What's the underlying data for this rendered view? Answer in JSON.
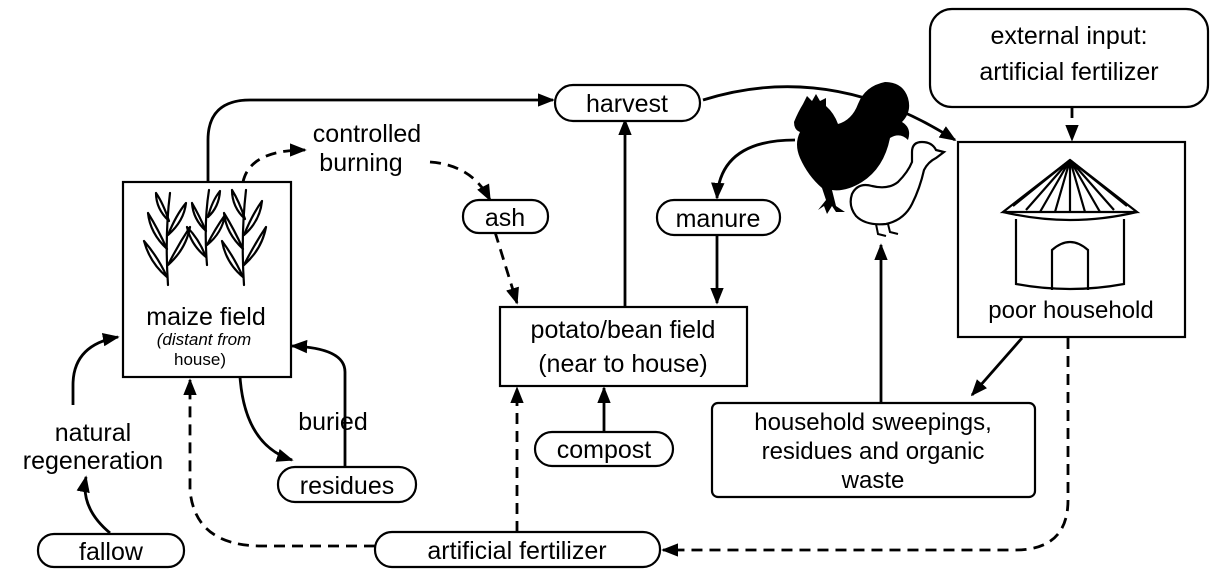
{
  "nodes": {
    "external_input_line1": "external input:",
    "external_input_line2": "artificial fertilizer",
    "harvest": "harvest",
    "controlled_burning_line1": "controlled",
    "controlled_burning_line2": "burning",
    "ash": "ash",
    "manure": "manure",
    "maize_field_line1": "maize field",
    "maize_field_line2": "(distant from",
    "maize_field_line3": "house)",
    "potato_field_line1": "potato/bean field",
    "potato_field_line2": "(near to house)",
    "poor_household": "poor household",
    "buried": "buried",
    "residues": "residues",
    "natural_regeneration_line1": "natural",
    "natural_regeneration_line2": "regeneration",
    "compost": "compost",
    "sweepings_line1": "household sweepings,",
    "sweepings_line2": "residues and organic",
    "sweepings_line3": "waste",
    "fallow": "fallow",
    "artificial_fertilizer": "artificial fertilizer"
  },
  "icons": [
    "maize-plants-icon",
    "rooster-icon",
    "duck-icon",
    "hut-icon"
  ],
  "colors": {
    "ink": "#000000",
    "background": "#ffffff"
  }
}
